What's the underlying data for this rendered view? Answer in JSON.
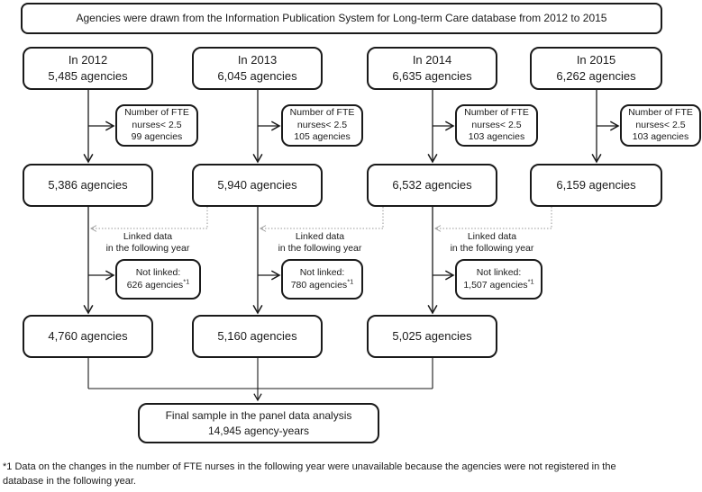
{
  "title_box": "Agencies were drawn from the Information Publication System for Long-term Care database from 2012 to 2015",
  "columns": [
    {
      "year_box": {
        "line1": "In 2012",
        "line2": "5,485 agencies"
      },
      "fte_box": {
        "line1": "Number of FTE",
        "line2": "nurses< 2.5",
        "line3": "99 agencies"
      },
      "retained_box": "5,386 agencies",
      "not_linked_box": {
        "line1": "Not linked:",
        "count": "626 agencies",
        "sup": "*1"
      },
      "linked_box": "4,760 agencies"
    },
    {
      "year_box": {
        "line1": "In 2013",
        "line2": "6,045 agencies"
      },
      "fte_box": {
        "line1": "Number of FTE",
        "line2": "nurses< 2.5",
        "line3": "105 agencies"
      },
      "retained_box": "5,940 agencies",
      "not_linked_box": {
        "line1": "Not linked:",
        "count": "780 agencies",
        "sup": "*1"
      },
      "linked_box": "5,160 agencies"
    },
    {
      "year_box": {
        "line1": "In 2014",
        "line2": "6,635 agencies"
      },
      "fte_box": {
        "line1": "Number of FTE",
        "line2": "nurses< 2.5",
        "line3": "103 agencies"
      },
      "retained_box": "6,532 agencies",
      "not_linked_box": {
        "line1": "Not linked:",
        "count": "1,507 agencies",
        "sup": "*1"
      },
      "linked_box": "5,025 agencies"
    },
    {
      "year_box": {
        "line1": "In 2015",
        "line2": "6,262 agencies"
      },
      "fte_box": {
        "line1": "Number of FTE",
        "line2": "nurses< 2.5",
        "line3": "103 agencies"
      },
      "retained_box": "6,159 agencies"
    }
  ],
  "linked_labels": [
    {
      "line1": "Linked data",
      "line2": "in the following year"
    },
    {
      "line1": "Linked data",
      "line2": "in the following year"
    },
    {
      "line1": "Linked data",
      "line2": "in the following year"
    }
  ],
  "final_box": {
    "line1": "Final sample in the panel data analysis",
    "line2": "14,945 agency-years"
  },
  "footnote": {
    "line1": "*1 Data on the changes in the number of FTE nurses in the following year were unavailable because the agencies were not registered in the",
    "line2": "database in the following year."
  },
  "colors": {
    "line": "#1a1a1a",
    "linked_line": "#999999",
    "background": "#ffffff"
  }
}
